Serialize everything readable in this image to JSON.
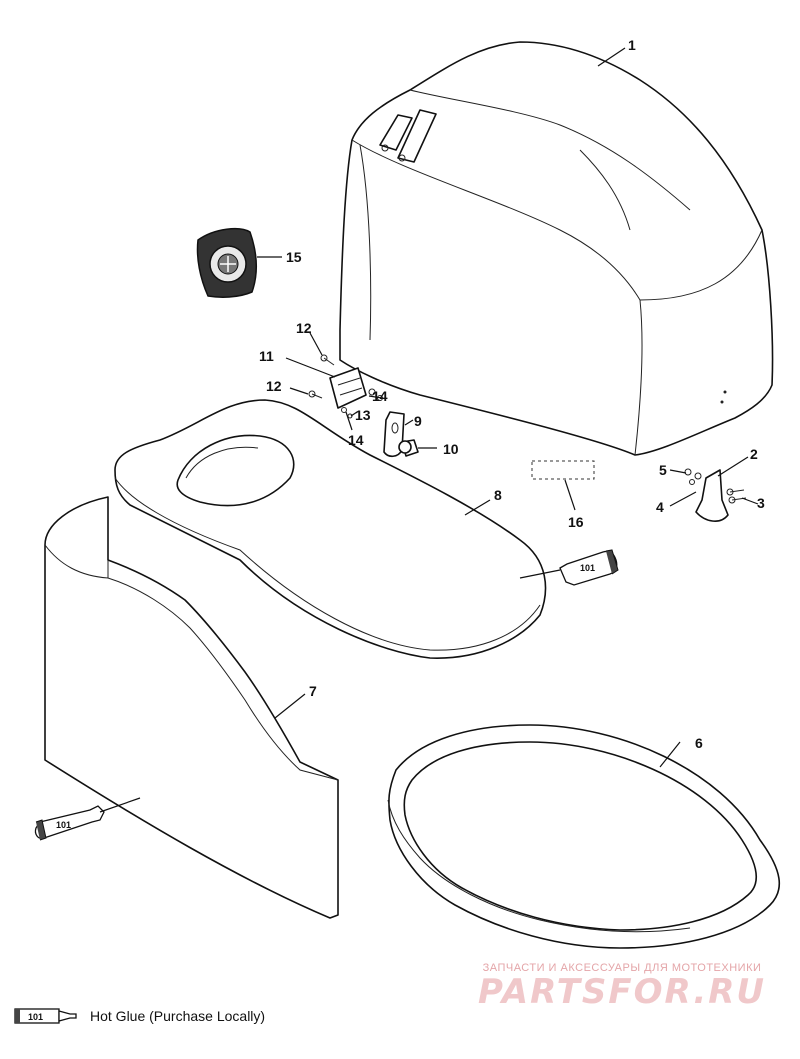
{
  "callouts": {
    "p1": "1",
    "p2": "2",
    "p3": "3",
    "p4": "4",
    "p5": "5",
    "p6": "6",
    "p7": "7",
    "p8": "8",
    "p9": "9",
    "p10": "10",
    "p11": "11",
    "p12a": "12",
    "p12b": "12",
    "p13": "13",
    "p14a": "14",
    "p14b": "14",
    "p15": "15",
    "p16": "16"
  },
  "glue_tube_label": "101",
  "legend": {
    "tube_label": "101",
    "text": "Hot Glue (Purchase Locally)"
  },
  "watermark": {
    "top": "ЗАПЧАСТИ И АКСЕССУАРЫ ДЛЯ МОТОТЕХНИКИ",
    "main": "PARTSFOR.RU"
  }
}
